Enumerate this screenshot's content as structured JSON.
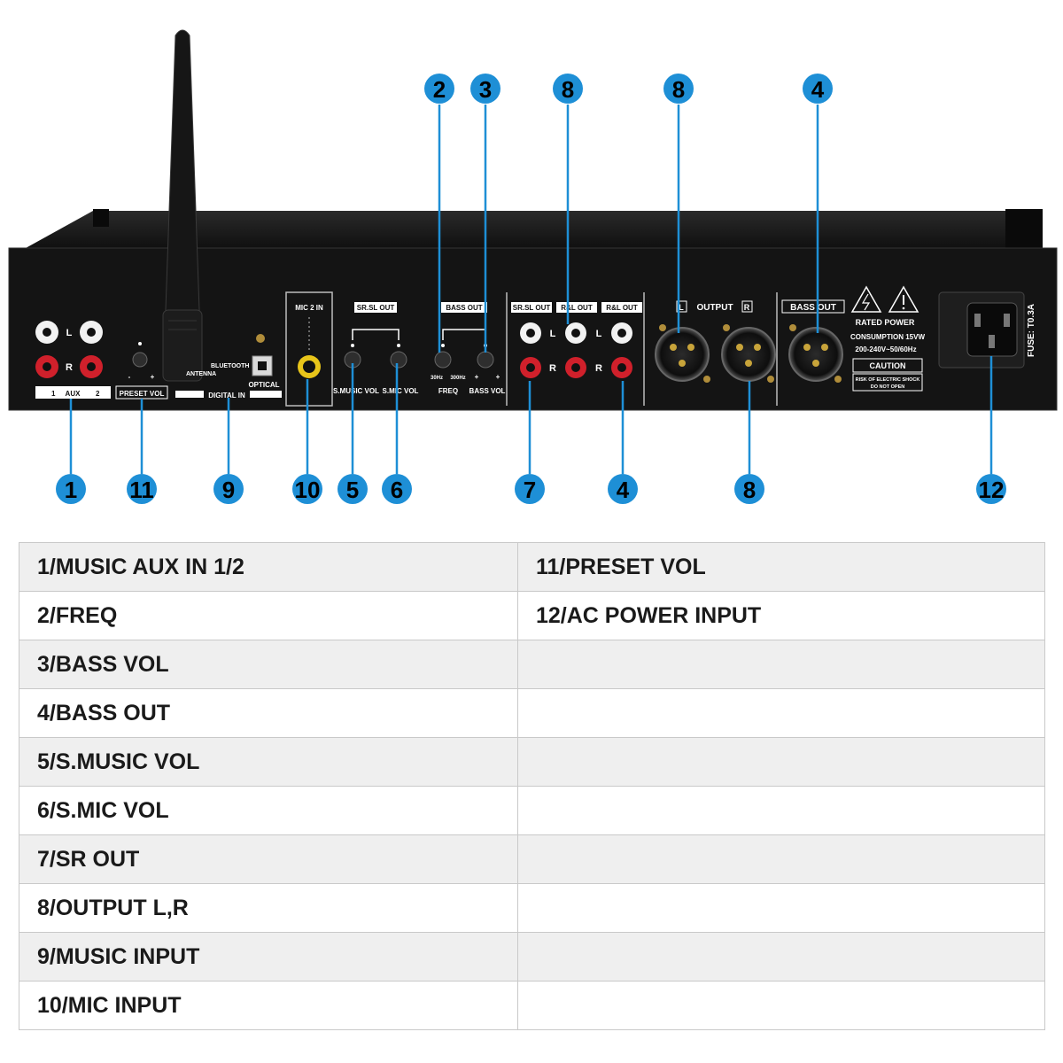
{
  "device_panel": {
    "aux": {
      "label": "AUX",
      "num_1": "1",
      "num_2": "2",
      "left": "L",
      "right": "R"
    },
    "preset_vol": "PRESET VOL",
    "preset_ticks": {
      "low": "-",
      "high": "+"
    },
    "bluetooth": "BLUETOOTH",
    "antenna": "ANTENNA",
    "optical": "OPTICAL",
    "digital_in": "DIGITAL IN",
    "mic2_in": "MIC 2 IN",
    "sr_sl_out_top": "SR.SL OUT",
    "smusic_vol": "S.MUSIC VOL",
    "smic_vol": "S.MIC VOL",
    "bass_out_top": "BASS OUT",
    "freq": "FREQ",
    "freq_low": "30Hz",
    "freq_high": "300Hz",
    "bass_vol": "BASS VOL",
    "plus": "+",
    "sr_sl_out": "SR.SL OUT",
    "rl_out_1": "R&L OUT",
    "rl_out_2": "R&L OUT",
    "output": "OUTPUT",
    "output_l": "L",
    "output_r": "R",
    "bass_out": "BASS OUT",
    "rated_power": "RATED POWER",
    "consumption": "CONSUMPTION 15VW",
    "voltage": "200-240V~50/60Hz",
    "caution": "CAUTION",
    "shock_1": "RISK OF ELECTRIC SHOCK",
    "shock_2": "DO NOT OPEN",
    "fuse": "FUSE: T0.3A"
  },
  "callouts": {
    "top": [
      "2",
      "3",
      "8",
      "8",
      "4"
    ],
    "bottom": [
      "1",
      "11",
      "9",
      "10",
      "5",
      "6",
      "7",
      "4",
      "8",
      "12"
    ]
  },
  "colors": {
    "callout": "#1e8fd6",
    "panel": "#141414",
    "rca_red": "#d0202b",
    "xlr": "#c8a43a"
  },
  "legend": [
    [
      "1/MUSIC AUX IN 1/2",
      "11/PRESET VOL"
    ],
    [
      "2/FREQ",
      "12/AC POWER INPUT"
    ],
    [
      "3/BASS VOL",
      ""
    ],
    [
      "4/BASS OUT",
      ""
    ],
    [
      "5/S.MUSIC VOL",
      ""
    ],
    [
      "6/S.MIC VOL",
      ""
    ],
    [
      "7/SR OUT",
      ""
    ],
    [
      "8/OUTPUT L,R",
      ""
    ],
    [
      "9/MUSIC INPUT",
      ""
    ],
    [
      "10/MIC INPUT",
      ""
    ]
  ]
}
